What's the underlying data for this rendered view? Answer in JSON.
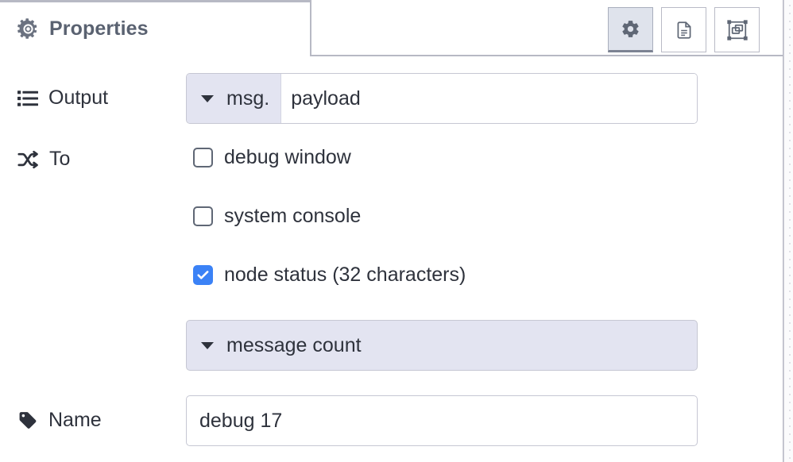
{
  "header": {
    "tab_title": "Properties",
    "tab_icon": "gear-icon",
    "buttons": [
      {
        "name": "properties-tab-button",
        "icon": "gear-icon",
        "active": true
      },
      {
        "name": "description-tab-button",
        "icon": "document-icon",
        "active": false
      },
      {
        "name": "appearance-tab-button",
        "icon": "appearance-icon",
        "active": false
      }
    ]
  },
  "form": {
    "output": {
      "label": "Output",
      "icon": "list-icon",
      "type_prefix": "msg.",
      "value": "payload",
      "dropdown_icon": "chevron-down-icon"
    },
    "to": {
      "label": "To",
      "icon": "shuffle-icon",
      "checkboxes": [
        {
          "label": "debug window",
          "checked": false
        },
        {
          "label": "system console",
          "checked": false
        },
        {
          "label": "node status (32 characters)",
          "checked": true
        }
      ],
      "select": {
        "value": "message count",
        "dropdown_icon": "chevron-down-icon"
      }
    },
    "name": {
      "label": "Name",
      "icon": "tag-icon",
      "value": "debug 17"
    }
  },
  "colors": {
    "accent_checkbox": "#3b82f6",
    "lavender_field": "#e3e4f1",
    "border": "#c6c7d3",
    "text": "#2e323c",
    "title": "#5a6271",
    "active_button_bg": "#dfe3ec"
  }
}
